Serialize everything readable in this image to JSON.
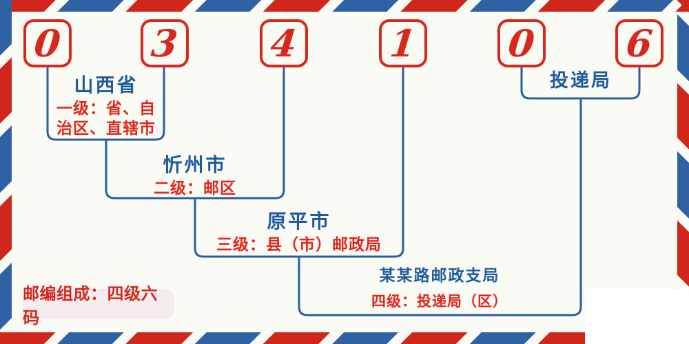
{
  "postal_code": "034106",
  "digits": [
    "0",
    "3",
    "4",
    "1",
    "0",
    "6"
  ],
  "labels": [
    {
      "name": "山西省",
      "desc": "一级：省、自\n治区、直辖市"
    },
    {
      "name": "忻州市",
      "desc": "二级：邮区"
    },
    {
      "name": "原平市",
      "desc": "三级：县（市）邮政局"
    },
    {
      "name": "某某路邮政支局",
      "desc": "四级：投递局（区）"
    },
    {
      "name": "投递局",
      "desc": ""
    }
  ],
  "badge": {
    "text": "邮编组成：四级六码"
  },
  "colors": {
    "stripe_red": "#d0261c",
    "stripe_blue": "#2e62a2",
    "digit_red": "#d8281e",
    "name_blue": "#1f5a9d",
    "desc_red": "#e1251b",
    "line_blue": "#2a5f9e",
    "badge_bg": "#f5eded",
    "page_bg": "#fbfbf5"
  }
}
